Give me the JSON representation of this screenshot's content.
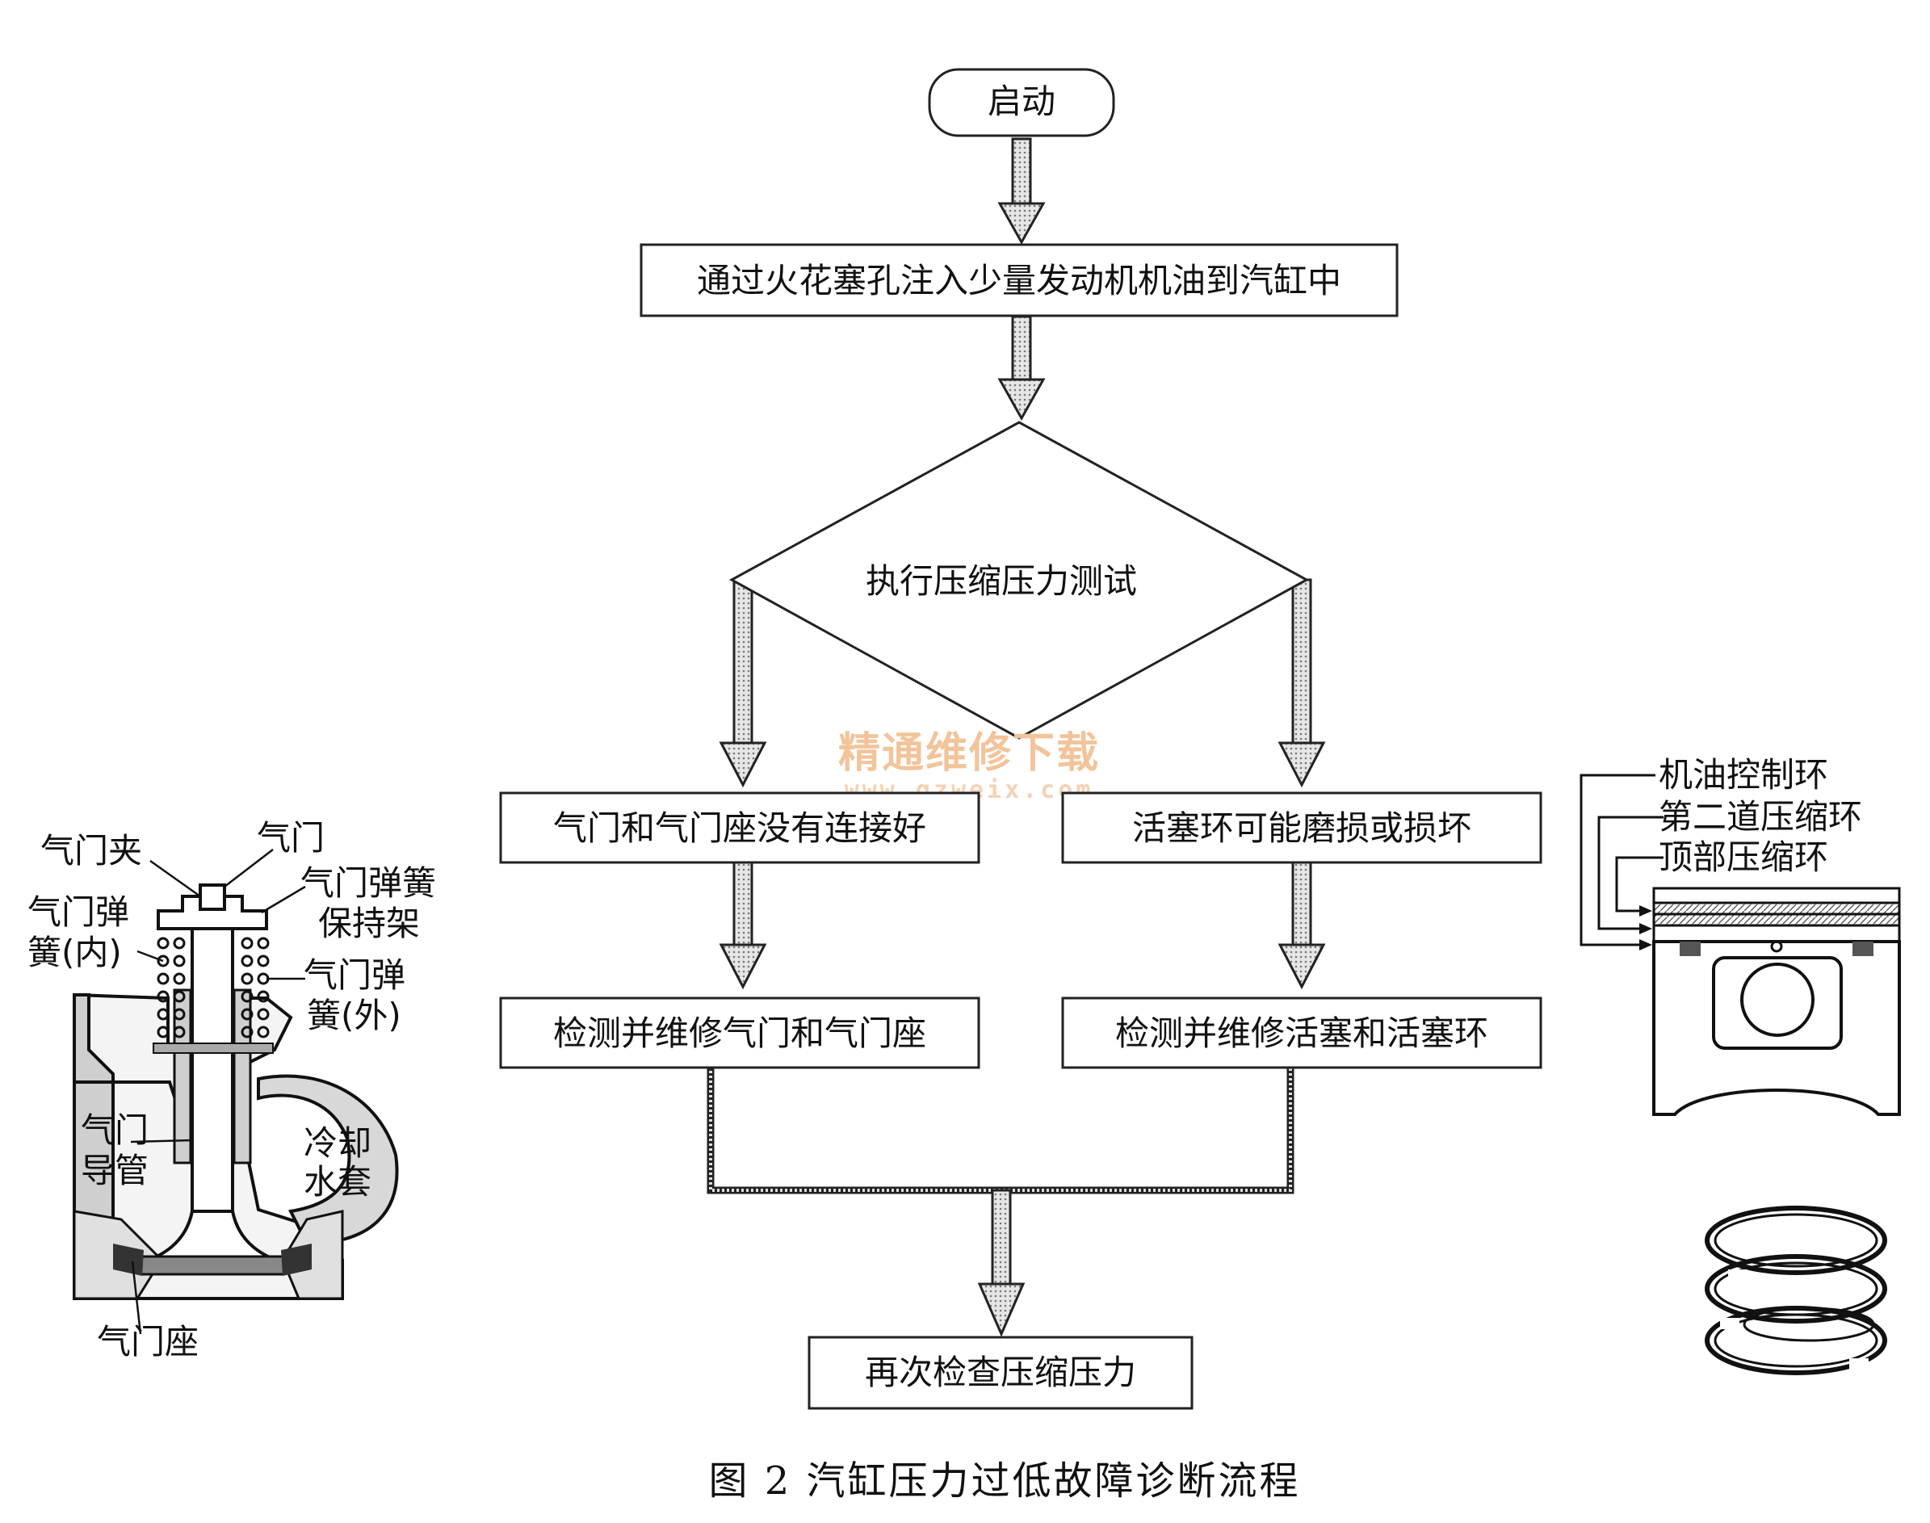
{
  "flow": {
    "start": "启动",
    "step1": "通过火花塞孔注入少量发动机机油到汽缸中",
    "decision": "执行压缩压力测试",
    "left_result": "气门和气门座没有连接好",
    "right_result": "活塞环可能磨损或损坏",
    "left_action": "检测并维修气门和气门座",
    "right_action": "检测并维修活塞和活塞环",
    "final": "再次检查压缩压力"
  },
  "caption": "图 2 汽缸压力过低故障诊断流程",
  "watermark": {
    "title": "精通维修下载",
    "url": "www.gzweix.com"
  },
  "valve_labels": {
    "valve_clip": "气门夹",
    "valve": "气门",
    "retainer_line1": "气门弹簧",
    "retainer_line2": "保持架",
    "inner_spring_line1": "气门弹",
    "inner_spring_line2": "簧(内)",
    "outer_spring_line1": "气门弹",
    "outer_spring_line2": "簧(外)",
    "guide_line1": "气门",
    "guide_line2": "导管",
    "jacket_line1": "冷却",
    "jacket_line2": "水套",
    "seat": "气门座"
  },
  "piston_labels": {
    "oil_ring": "机油控制环",
    "second_ring": "第二道压缩环",
    "top_ring": "顶部压缩环"
  }
}
